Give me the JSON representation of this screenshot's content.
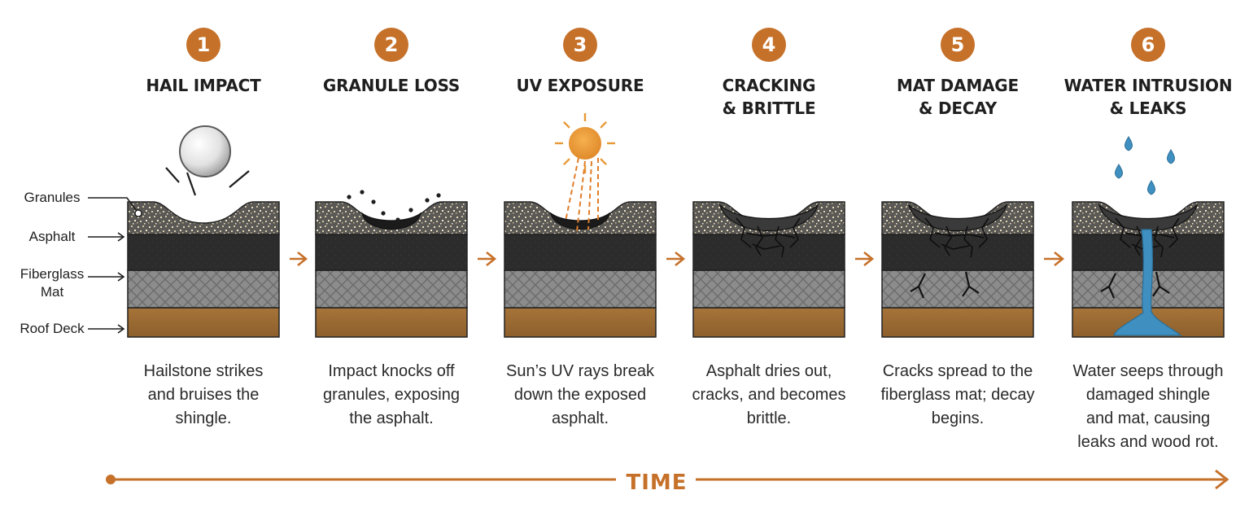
{
  "colors": {
    "accent": "#c6712a",
    "granules": "#5b5955",
    "asphalt": "#2c2c2c",
    "fiberglass": "#8a8a8a",
    "deck": "#9c6b34",
    "water": "#3f8fc0",
    "sun": "#e89a37"
  },
  "layer_labels": [
    {
      "lines": [
        "Granules"
      ]
    },
    {
      "lines": [
        "Asphalt"
      ]
    },
    {
      "lines": [
        "Fiberglass",
        "Mat"
      ]
    },
    {
      "lines": [
        "Roof Deck"
      ]
    }
  ],
  "steps": [
    {
      "number": "1",
      "title": [
        "HAIL IMPACT"
      ],
      "description": [
        "Hailstone strikes",
        "and bruises the",
        "shingle."
      ],
      "icon": "hailstone-icon"
    },
    {
      "number": "2",
      "title": [
        "GRANULE LOSS"
      ],
      "description": [
        "Impact knocks off",
        "granules, exposing",
        "the asphalt."
      ],
      "icon": "loose-granules-icon"
    },
    {
      "number": "3",
      "title": [
        "UV EXPOSURE"
      ],
      "description": [
        "Sun’s UV rays break",
        "down the exposed",
        "asphalt."
      ],
      "icon": "sun-icon"
    },
    {
      "number": "4",
      "title": [
        "CRACKING",
        "& BRITTLE"
      ],
      "description": [
        "Asphalt dries out,",
        "cracks, and becomes",
        "brittle."
      ],
      "icon": "cracks-icon"
    },
    {
      "number": "5",
      "title": [
        "MAT DAMAGE",
        "& DECAY"
      ],
      "description": [
        "Cracks spread to the",
        "fiberglass mat; decay",
        "begins."
      ],
      "icon": "mat-cracks-icon"
    },
    {
      "number": "6",
      "title": [
        "WATER INTRUSION",
        "& LEAKS"
      ],
      "description": [
        "Water seeps through",
        "damaged shingle",
        "and mat, causing",
        "leaks and wood rot."
      ],
      "icon": "water-drops-icon"
    }
  ],
  "timeline": {
    "label": "TIME"
  }
}
